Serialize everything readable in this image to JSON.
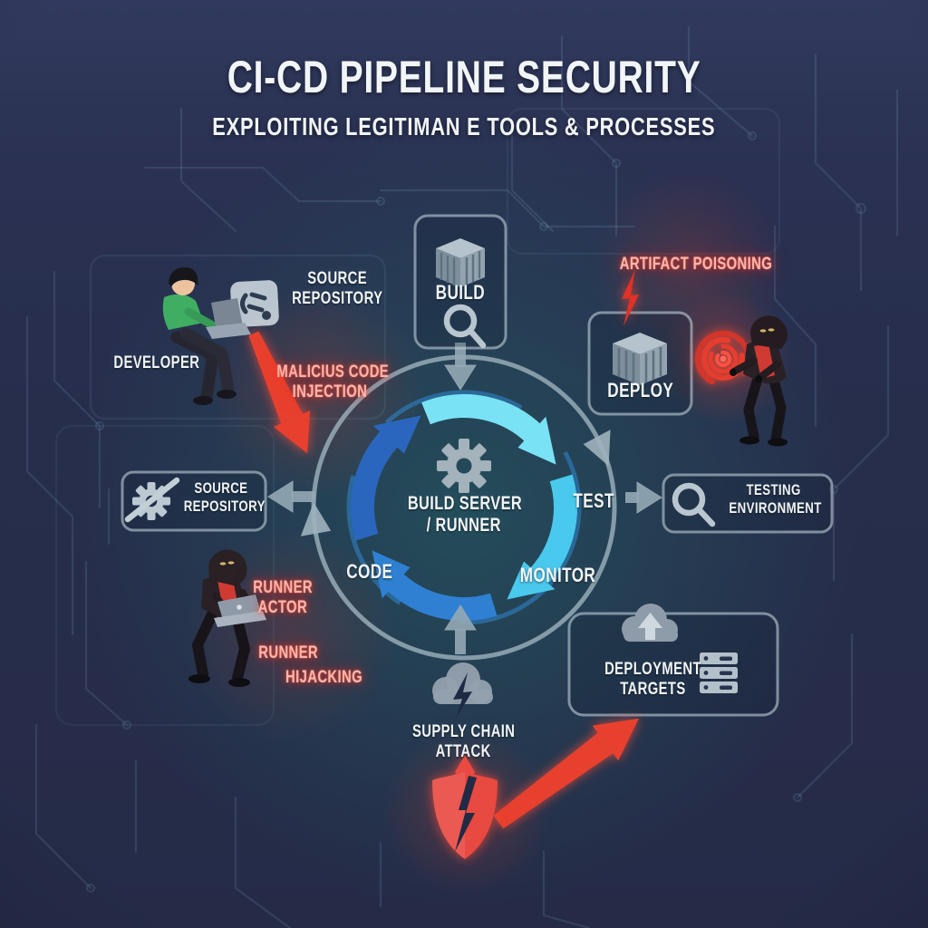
{
  "title": {
    "main": "CI-CD PIPELINE SECURITY",
    "subtitle": "EXPLOITING LEGITIMAN E TOOLS & PROCESSES"
  },
  "labels": {
    "build": "BUILD",
    "deploy": "DEPLOY",
    "source_repo_top": {
      "l1": "SOURCE",
      "l2": "REPOSITORY"
    },
    "developer": "DEVELOPER",
    "source_repo_box": {
      "l1": "SOURCE",
      "l2": "REPOSITORY"
    },
    "testing_env": {
      "l1": "TESTING",
      "l2": "ENVIRONMENT"
    },
    "deployment_targets": {
      "l1": "DEPLOYMENT",
      "l2": "TARGETS"
    },
    "center": {
      "l1": "BUILD SERVER",
      "l2": "/ RUNNER"
    },
    "code": "CODE",
    "test": "TEST",
    "monitor": "MONITOR"
  },
  "attacks": {
    "malicious_code_injection": {
      "l1": "MALICIUS CODE",
      "l2": "INJECTION"
    },
    "artifact_poisoning": "ARTIFACT POISONING",
    "runner_actor": {
      "l1": "RUNNER",
      "l2": "ACTOR"
    },
    "runner_hijacking": {
      "l1": "RUNNER",
      "l2": "HIJACKING"
    },
    "supply_chain_attack": {
      "l1": "SUPPLY CHAIN",
      "l2": "ATTACK"
    }
  },
  "colors": {
    "background": "#272e4c",
    "hub_glow": "#1f5058",
    "attack_red": "#e8402f",
    "attack_text": "#f7b7ae",
    "cycle_cyan": "#79e2f5",
    "cycle_blue": "#2a66bd",
    "ring_gray": "#9db3bd",
    "text_white": "#f2f5f7"
  }
}
